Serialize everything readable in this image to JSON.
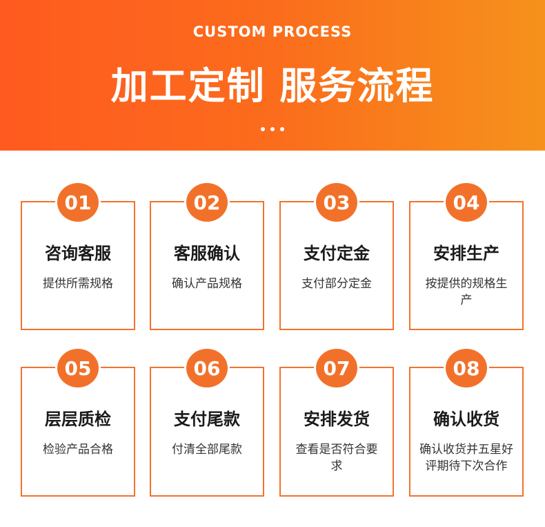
{
  "header": {
    "subtitle": "CUSTOM PROCESS",
    "title": "加工定制 服务流程"
  },
  "colors": {
    "accent": "#f2712a",
    "banner_start": "#ff5a1f",
    "banner_end": "#f6921c"
  },
  "steps": [
    {
      "num": "01",
      "title": "咨询客服",
      "desc": "提供所需规格"
    },
    {
      "num": "02",
      "title": "客服确认",
      "desc": "确认产品规格"
    },
    {
      "num": "03",
      "title": "支付定金",
      "desc": "支付部分定金"
    },
    {
      "num": "04",
      "title": "安排生产",
      "desc": "按提供的规格生产"
    },
    {
      "num": "05",
      "title": "层层质检",
      "desc": "检验产品合格"
    },
    {
      "num": "06",
      "title": "支付尾款",
      "desc": "付清全部尾款"
    },
    {
      "num": "07",
      "title": "安排发货",
      "desc": "查看是否符合要求"
    },
    {
      "num": "08",
      "title": "确认收货",
      "desc": "确认收货并五星好评期待下次合作"
    }
  ]
}
